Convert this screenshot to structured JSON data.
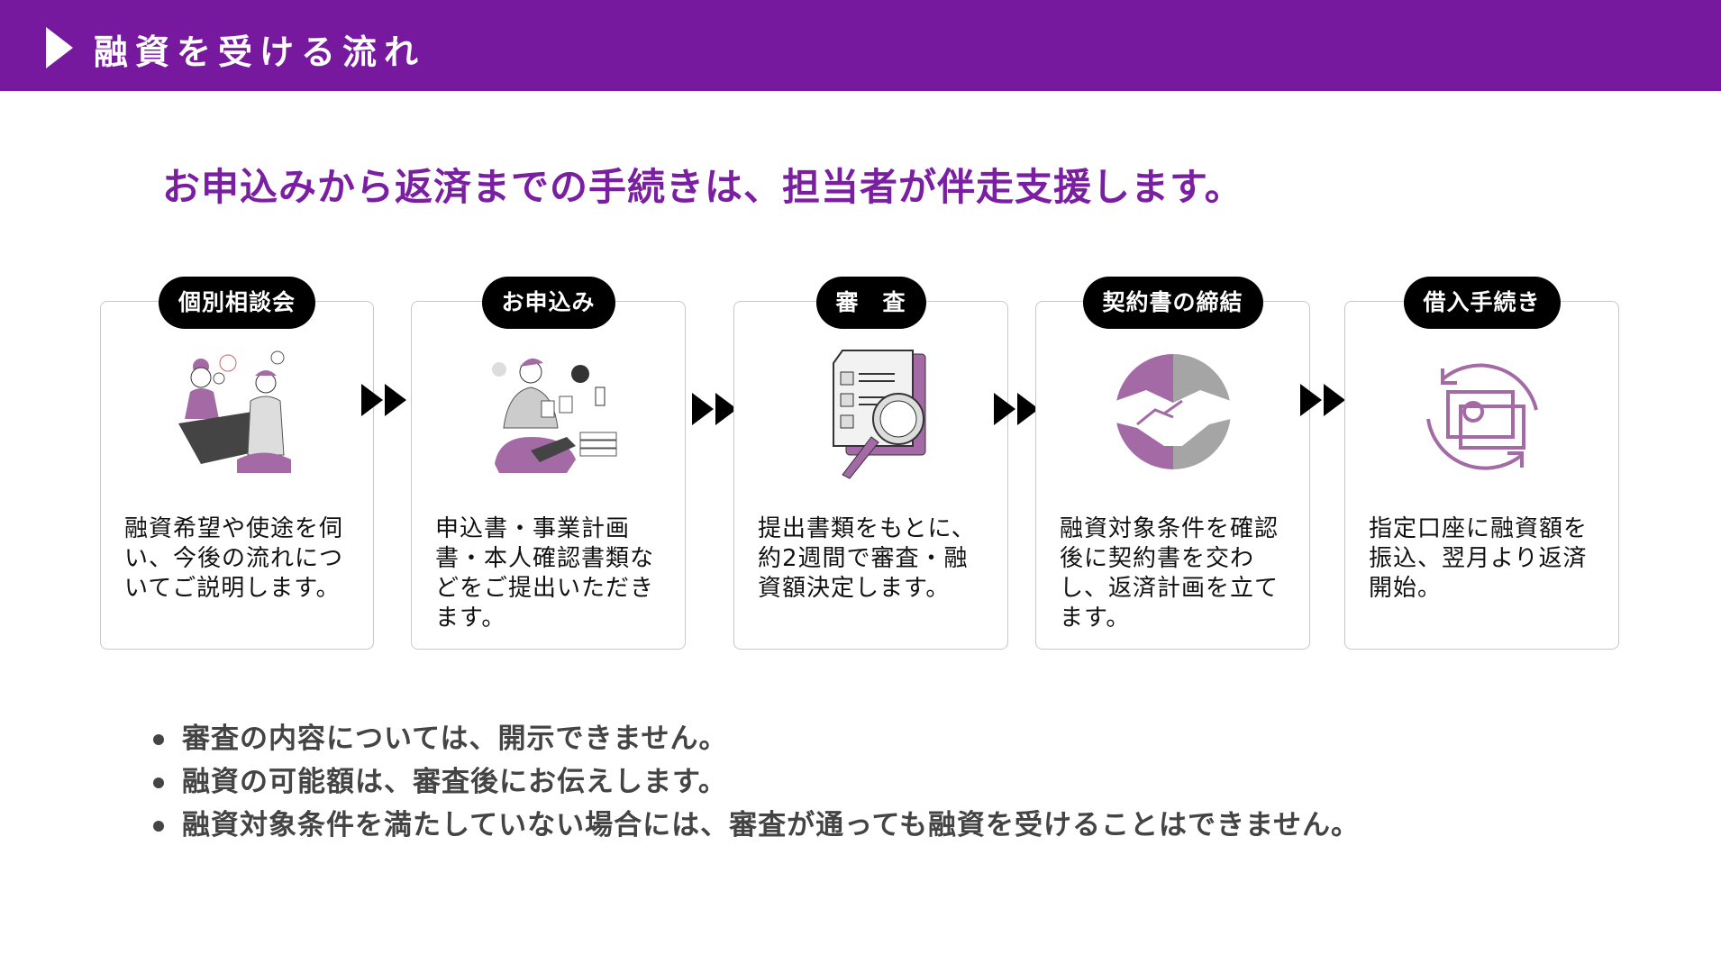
{
  "header": {
    "title": "融資を受ける流れ"
  },
  "subtitle": "お申込みから返済までの手続きは、担当者が伴走支援します。",
  "steps": [
    {
      "label": "個別相談会",
      "icon": "consultation-illustration",
      "desc": "融資希望や使途を伺い、今後の流れについてご説明します。"
    },
    {
      "label": "お申込み",
      "icon": "application-illustration",
      "desc": "申込書・事業計画書・本人確認書類などをご提出いただきます。"
    },
    {
      "label": "審　査",
      "icon": "document-magnifier-icon",
      "desc": "提出書類をもとに、約2週間で審査・融資額決定します。"
    },
    {
      "label": "契約書の締結",
      "icon": "handshake-icon",
      "desc": "融資対象条件を確認後に契約書を交わし、返済計画を立てます。"
    },
    {
      "label": "借入手続き",
      "icon": "money-cycle-icon",
      "desc": "指定口座に融資額を振込、翌月より返済開始。"
    }
  ],
  "notes": [
    "審査の内容については、開示できません。",
    "融資の可能額は、審査後にお伝えします。",
    "融資対象条件を満たしていない場合には、審査が通っても融資を受けることはできません。"
  ],
  "colors": {
    "header": "#76199f",
    "accent": "#7b1fa2",
    "icon_purple": "#a46aa6",
    "icon_gray": "#a5a5a5"
  }
}
